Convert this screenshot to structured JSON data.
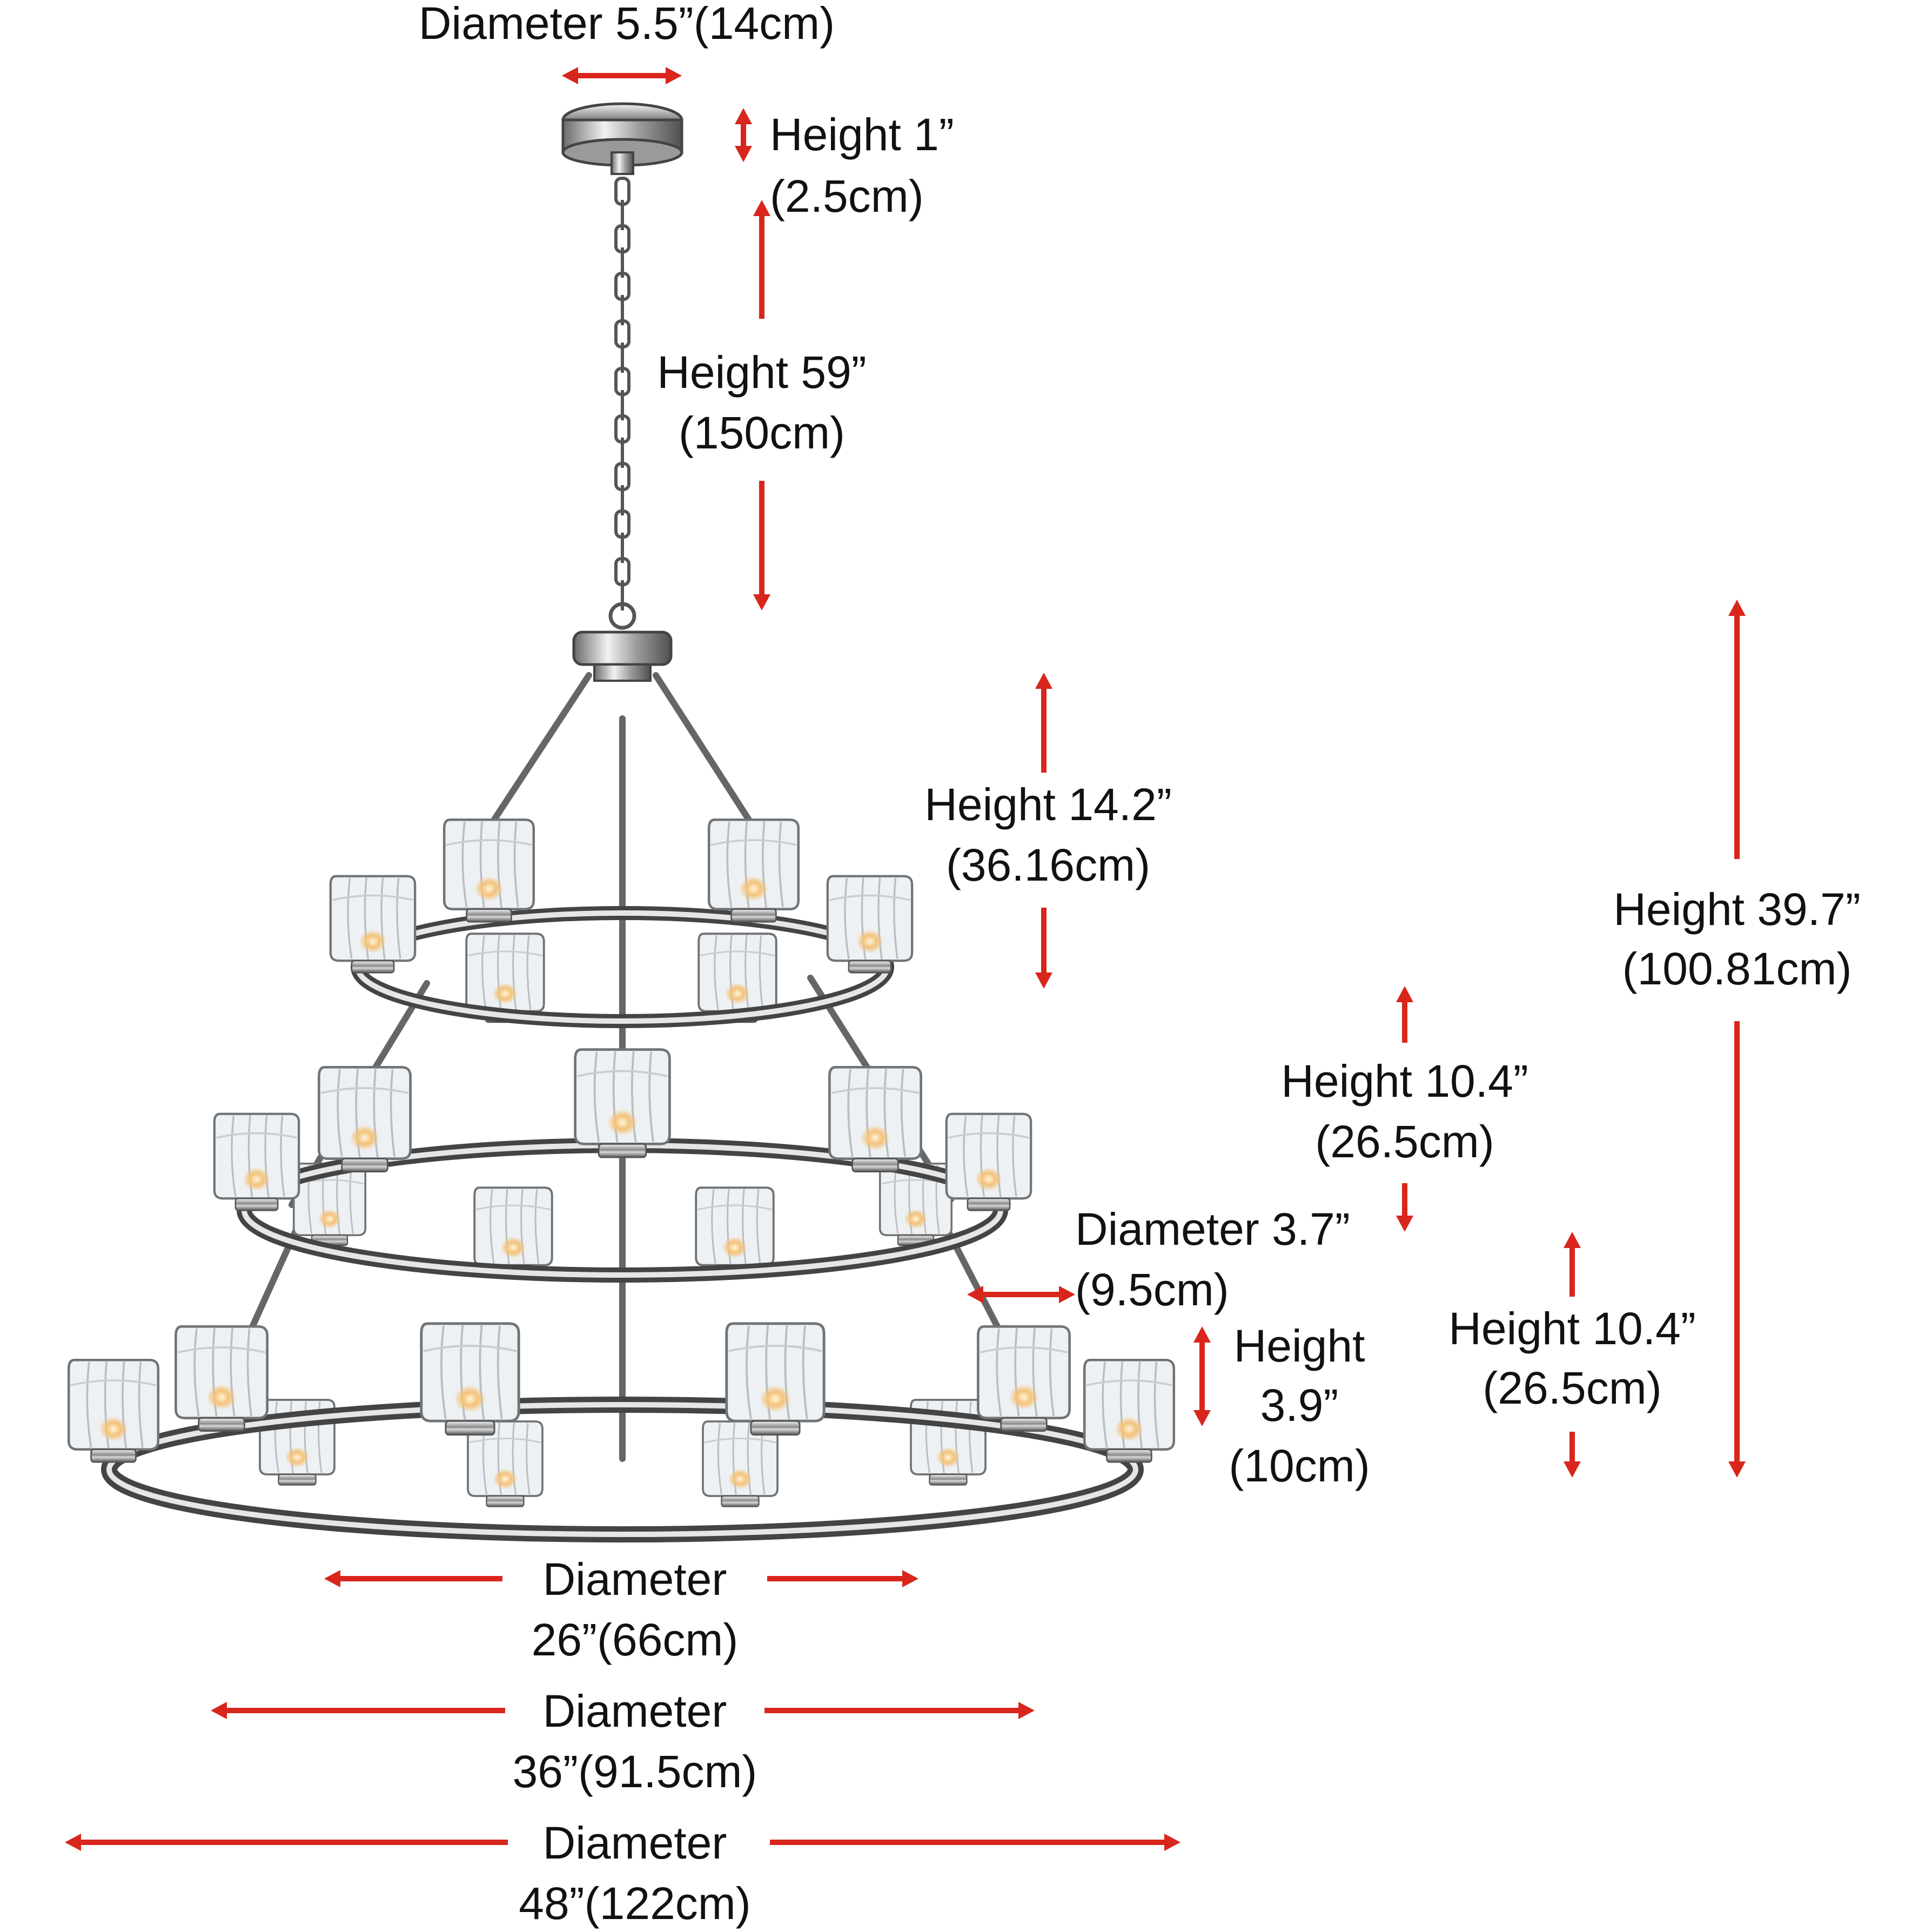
{
  "colors": {
    "arrow": "#d9261c",
    "chrome_dark": "#4a4a4a",
    "chrome_mid": "#9a9a9a",
    "chrome_light": "#e6e6e6",
    "glass": "#eef1f3",
    "bulb": "#f3c27a"
  },
  "dimensions": {
    "canopy_diameter": "Diameter 5.5”(14cm)",
    "canopy_height": [
      "Height 1”",
      "(2.5cm)"
    ],
    "chain_height": [
      "Height 59”",
      "(150cm)"
    ],
    "top_tier_height": [
      "Height 14.2”",
      "(36.16cm)"
    ],
    "total_height": [
      "Height 39.7”",
      "(100.81cm)"
    ],
    "mid_tier_height": [
      "Height 10.4”",
      "(26.5cm)"
    ],
    "shade_diameter": [
      "Diameter 3.7”",
      "(9.5cm)"
    ],
    "shade_height": [
      "Height",
      "3.9”",
      "(10cm)"
    ],
    "bottom_tier_height": [
      "Height 10.4”",
      "(26.5cm)"
    ],
    "top_ring_diameter": [
      "Diameter",
      "26”(66cm)"
    ],
    "mid_ring_diameter": [
      "Diameter",
      "36”(91.5cm)"
    ],
    "bottom_ring_diameter": [
      "Diameter",
      "48”(122cm)"
    ]
  },
  "product": {
    "description": "Three-tier chrome chandelier with clear glass shades"
  }
}
